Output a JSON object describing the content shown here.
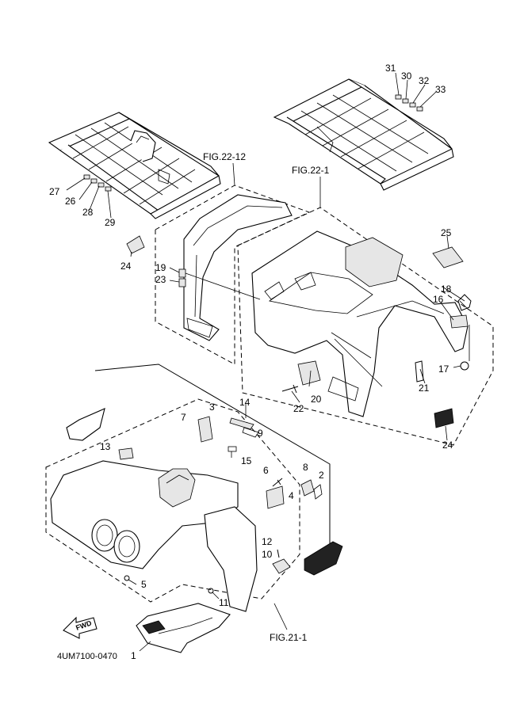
{
  "diagram": {
    "fig_refs": {
      "rear_rack_fig": "FIG.22-12",
      "rear_fender_fig": "FIG.22-1",
      "front_fender_fig": "FIG.21-1"
    },
    "part_numbers": {
      "p1": "1",
      "p2": "2",
      "p3": "3",
      "p4": "4",
      "p5": "5",
      "p6": "6",
      "p7": "7",
      "p8": "8",
      "p9": "9",
      "p10": "10",
      "p11": "11",
      "p12": "12",
      "p13": "13",
      "p14": "14",
      "p15": "15",
      "p16": "16",
      "p17": "17",
      "p18": "18",
      "p19": "19",
      "p20": "20",
      "p21": "21",
      "p22": "22",
      "p23": "23",
      "p24a": "24",
      "p24b": "24",
      "p25": "25",
      "p26": "26",
      "p27": "27",
      "p28": "28",
      "p29": "29",
      "p30": "30",
      "p31": "31",
      "p32": "32",
      "p33": "33"
    },
    "fwd_label": "FWD",
    "doc_code": "4UM7100-0470"
  }
}
